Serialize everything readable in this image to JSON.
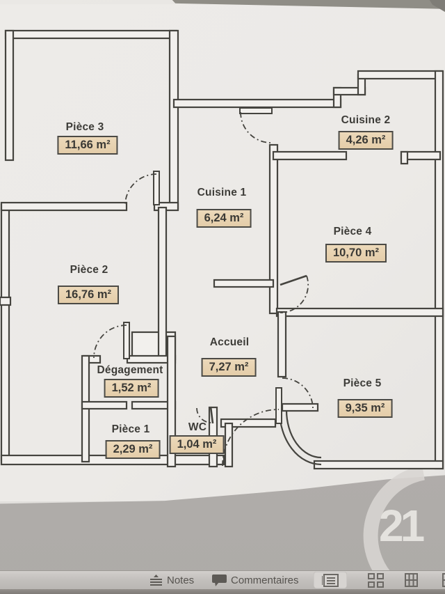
{
  "plan": {
    "rooms": [
      {
        "id": "piece3",
        "name": "Pièce 3",
        "area": "11,66 m²"
      },
      {
        "id": "cuisine2",
        "name": "Cuisine 2",
        "area": "4,26 m²"
      },
      {
        "id": "cuisine1",
        "name": "Cuisine 1",
        "area": "6,24 m²"
      },
      {
        "id": "piece4",
        "name": "Pièce 4",
        "area": "10,70 m²"
      },
      {
        "id": "piece2",
        "name": "Pièce 2",
        "area": "16,76 m²"
      },
      {
        "id": "accueil",
        "name": "Accueil",
        "area": "7,27 m²"
      },
      {
        "id": "degagement",
        "name": "Dégagement",
        "area": "1,52 m²"
      },
      {
        "id": "piece5",
        "name": "Pièce 5",
        "area": "9,35 m²"
      },
      {
        "id": "piece1",
        "name": "Pièce 1",
        "area": "2,29 m²"
      },
      {
        "id": "wc",
        "name": "WC",
        "area": "1,04 m²"
      }
    ],
    "colors": {
      "wall": "#45443f",
      "label_box_bg": "#e8d3b1",
      "label_box_border": "#4b4a45",
      "page_bg": "#eceae7"
    }
  },
  "watermark": {
    "brand": "21",
    "ring_color": "#d8d5d1"
  },
  "toolbar": {
    "items": [
      {
        "label": "Notes",
        "icon": "notes-icon"
      },
      {
        "label": "Commentaires",
        "icon": "comment-icon"
      }
    ],
    "view_buttons": [
      "page-view-icon",
      "grid-view-icon",
      "book-view-icon",
      "book-view-icon-partial"
    ],
    "selected_view": "page-view-icon"
  }
}
